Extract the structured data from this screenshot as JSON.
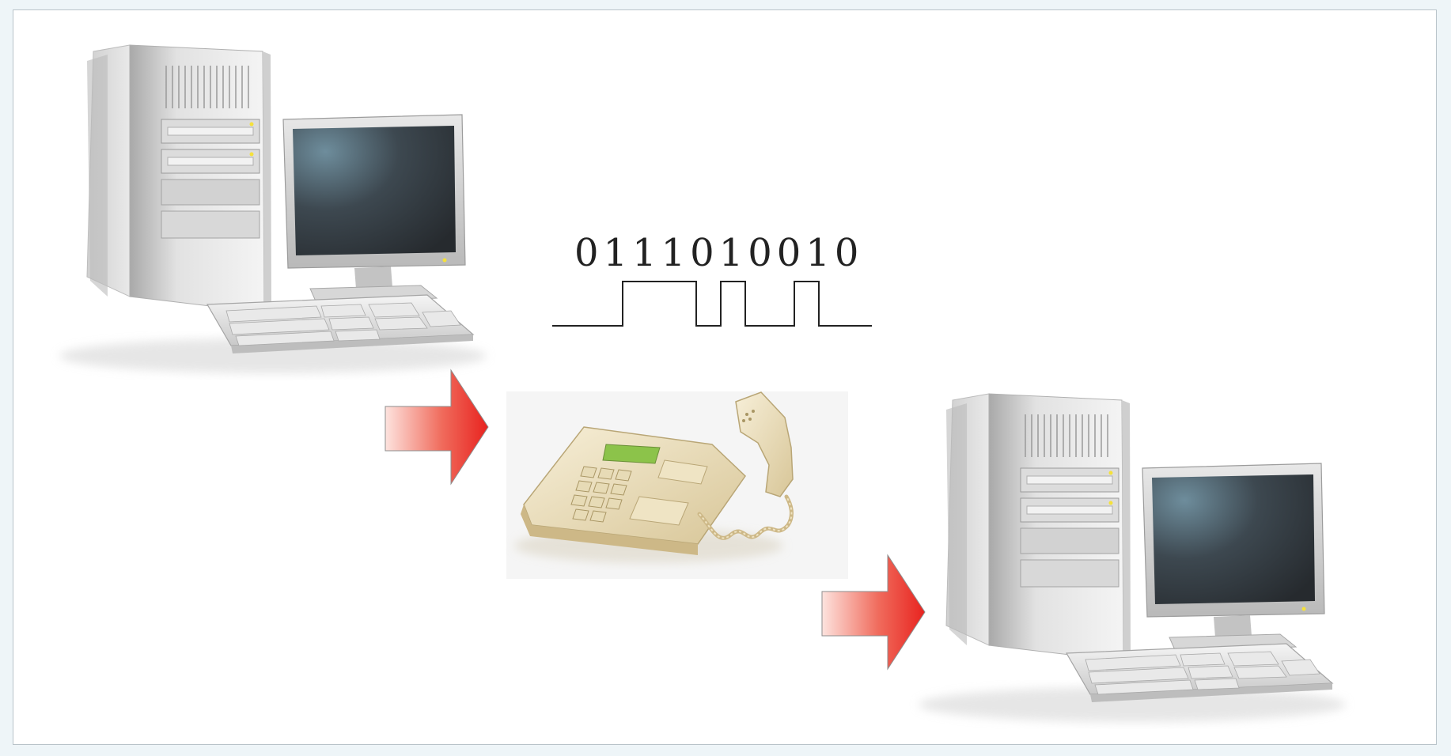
{
  "diagram": {
    "binary_sequence": "0111010010",
    "waveform_levels": [
      0,
      1,
      1,
      1,
      0,
      1,
      0,
      0,
      1,
      0
    ],
    "nodes": [
      {
        "id": "sending-computer",
        "icon": "desktop-computer-icon"
      },
      {
        "id": "telephone",
        "icon": "telephone-icon"
      },
      {
        "id": "receiving-computer",
        "icon": "desktop-computer-icon"
      }
    ],
    "arrows": [
      {
        "from": "sending-computer",
        "to": "telephone"
      },
      {
        "from": "telephone",
        "to": "receiving-computer"
      }
    ],
    "colors": {
      "arrow_light": "#fde3de",
      "arrow_dark": "#e8231f",
      "case_light": "#f2f2f2",
      "case_dark": "#a9a9a9",
      "screen_light": "#6e8d9c",
      "screen_dark": "#262a2e",
      "phone_body": "#e9dcb8",
      "phone_display": "#8cc34a",
      "waveform": "#222222"
    }
  }
}
